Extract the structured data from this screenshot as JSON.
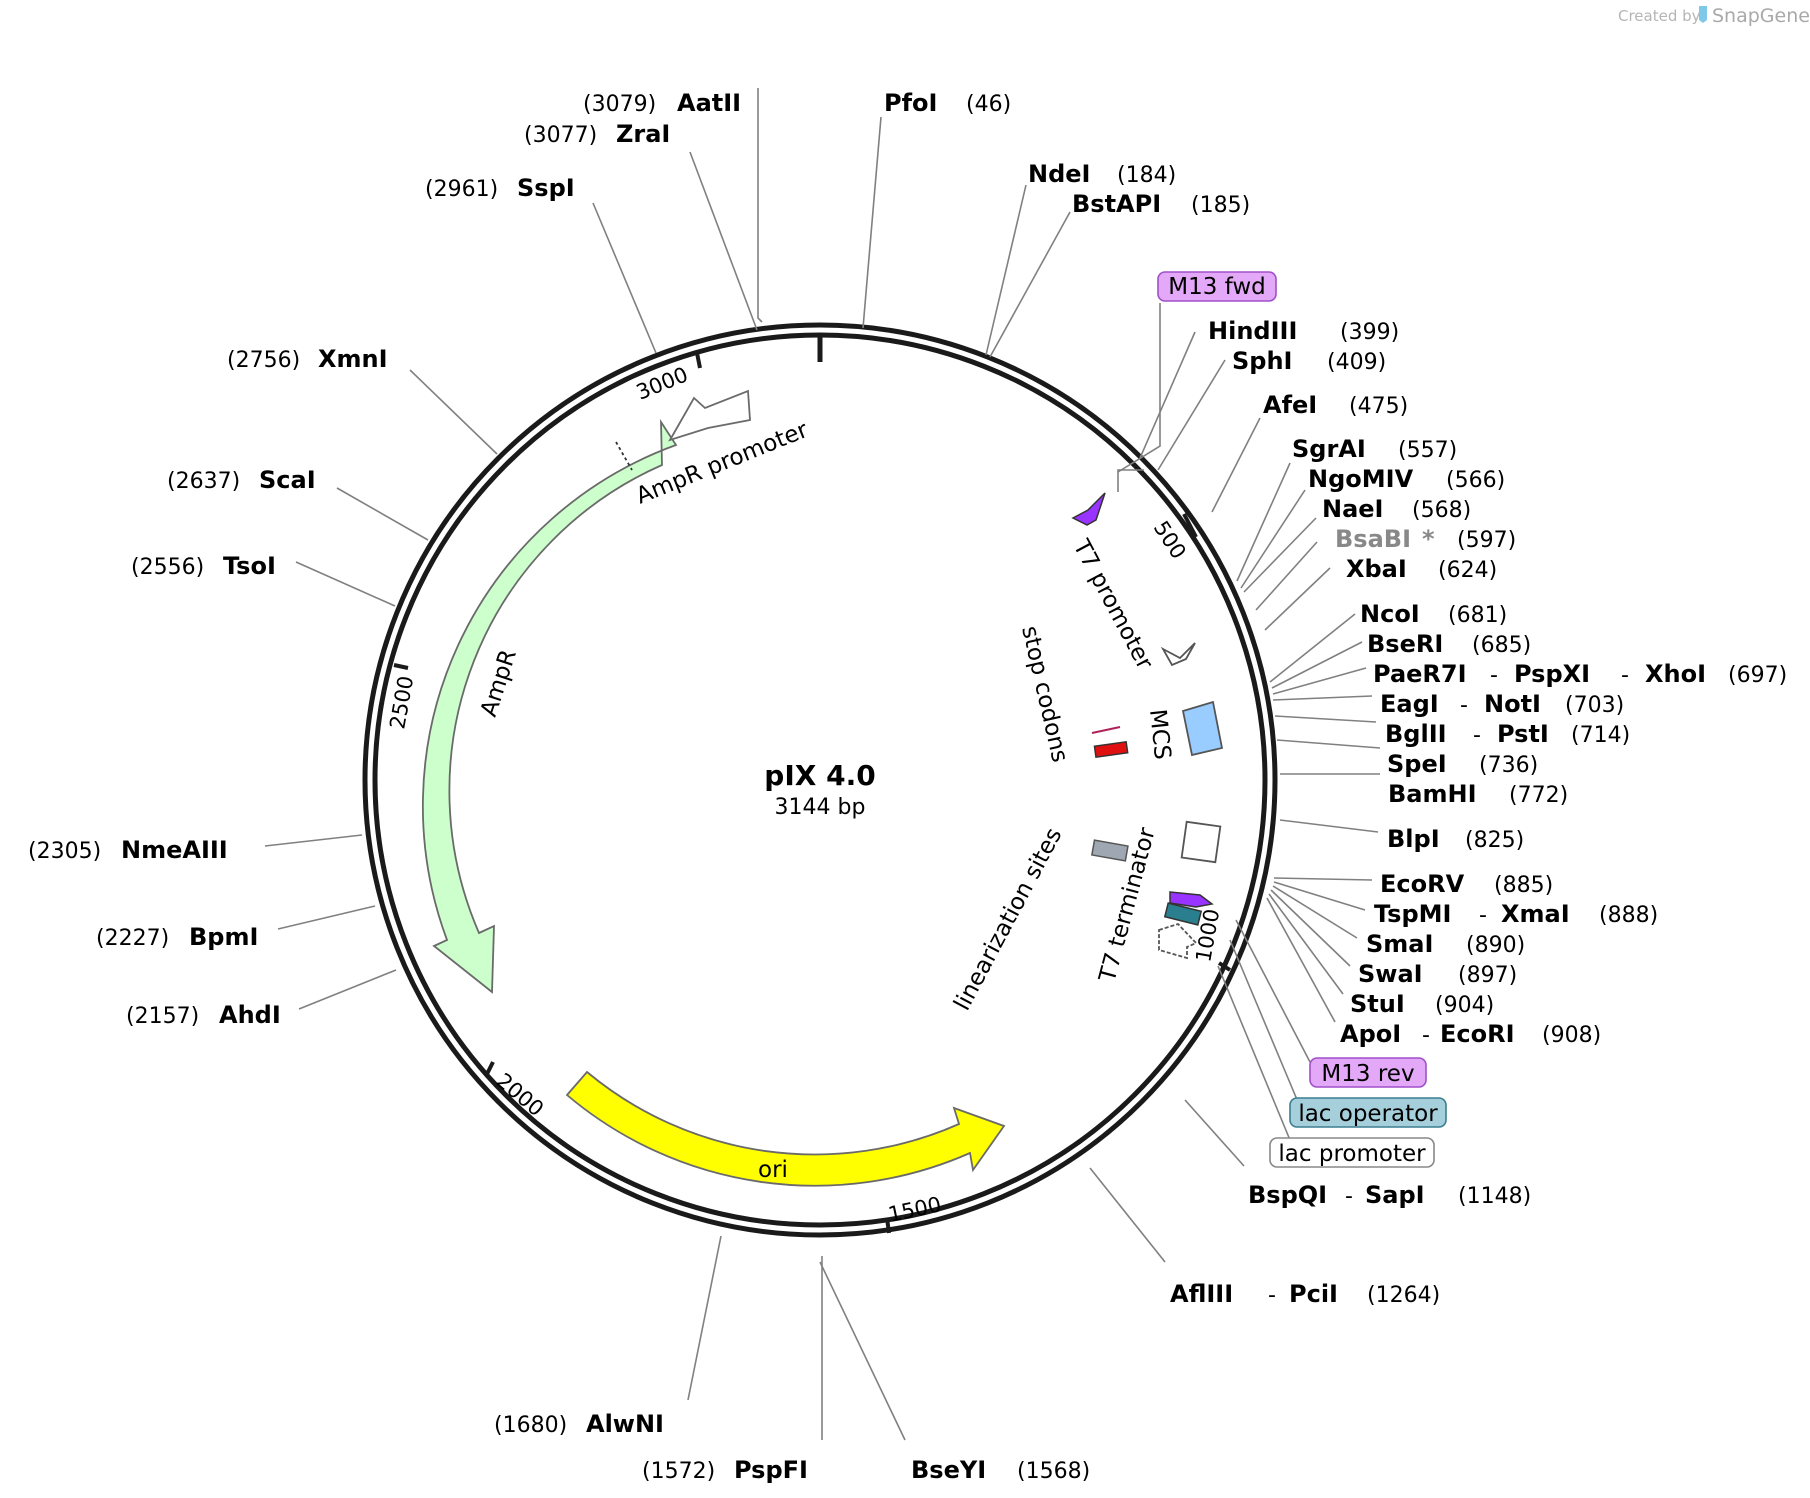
{
  "credit": {
    "prefix": "Created by",
    "brand": "SnapGene"
  },
  "plasmid": {
    "name": "pIX 4.0",
    "size": "3144 bp"
  },
  "ticks": [
    "500",
    "1000",
    "1500",
    "2000",
    "2500",
    "3000"
  ],
  "sites": [
    {
      "name": "AatII",
      "pos": "(3079)"
    },
    {
      "name": "ZraI",
      "pos": "(3077)"
    },
    {
      "name": "SspI",
      "pos": "(2961)"
    },
    {
      "name": "XmnI",
      "pos": "(2756)"
    },
    {
      "name": "ScaI",
      "pos": "(2637)"
    },
    {
      "name": "TsoI",
      "pos": "(2556)"
    },
    {
      "name": "NmeAIII",
      "pos": "(2305)"
    },
    {
      "name": "BpmI",
      "pos": "(2227)"
    },
    {
      "name": "AhdI",
      "pos": "(2157)"
    },
    {
      "name": "AlwNI",
      "pos": "(1680)"
    },
    {
      "name": "PspFI",
      "pos": "(1572)"
    },
    {
      "name": "BseYI",
      "pos": "(1568)"
    },
    {
      "name": "PfoI",
      "pos": "(46)"
    },
    {
      "name": "NdeI",
      "pos": "(184)"
    },
    {
      "name": "BstAPI",
      "pos": "(185)"
    },
    {
      "name": "HindIII",
      "pos": "(399)"
    },
    {
      "name": "SphI",
      "pos": "(409)"
    },
    {
      "name": "AfeI",
      "pos": "(475)"
    },
    {
      "name": "SgrAI",
      "pos": "(557)"
    },
    {
      "name": "NgoMIV",
      "pos": "(566)"
    },
    {
      "name": "NaeI",
      "pos": "(568)"
    },
    {
      "name": "BsaBI",
      "pos": "(597)",
      "star": "*"
    },
    {
      "name": "XbaI",
      "pos": "(624)"
    },
    {
      "name": "NcoI",
      "pos": "(681)"
    },
    {
      "name": "BseRI",
      "pos": "(685)"
    },
    {
      "names": [
        "PaeR7I",
        "PspXI",
        "XhoI"
      ],
      "pos": "(697)"
    },
    {
      "names": [
        "EagI",
        "NotI"
      ],
      "pos": "(703)"
    },
    {
      "names": [
        "BglII",
        "PstI"
      ],
      "pos": "(714)"
    },
    {
      "name": "SpeI",
      "pos": "(736)"
    },
    {
      "name": "BamHI",
      "pos": "(772)"
    },
    {
      "name": "BlpI",
      "pos": "(825)"
    },
    {
      "name": "EcoRV",
      "pos": "(885)"
    },
    {
      "names": [
        "TspMI",
        "XmaI"
      ],
      "pos": "(888)"
    },
    {
      "name": "SmaI",
      "pos": "(890)"
    },
    {
      "name": "SwaI",
      "pos": "(897)"
    },
    {
      "name": "StuI",
      "pos": "(904)"
    },
    {
      "names": [
        "ApoI",
        "EcoRI"
      ],
      "pos": "(908)"
    },
    {
      "names": [
        "BspQI",
        "SapI"
      ],
      "pos": "(1148)"
    },
    {
      "names": [
        "AflIII",
        "PciI"
      ],
      "pos": "(1264)"
    }
  ],
  "feature_boxes": [
    "M13 fwd",
    "M13 rev",
    "lac operator",
    "lac promoter"
  ],
  "features": [
    "AmpR promoter",
    "AmpR",
    "ori",
    "T7 promoter",
    "stop codons",
    "MCS",
    "linearization sites",
    "T7 terminator"
  ],
  "colors": {
    "ampr": "#ccffcc",
    "ori": "#ffff00",
    "m13": "#e3a8f7",
    "lac_operator": "#a6cfdc",
    "mcs": "#99ccff",
    "stop": "#e01010",
    "purple": "#9933ff",
    "teal": "#2a7f8f",
    "grey_feature": "#9fa8b2"
  }
}
